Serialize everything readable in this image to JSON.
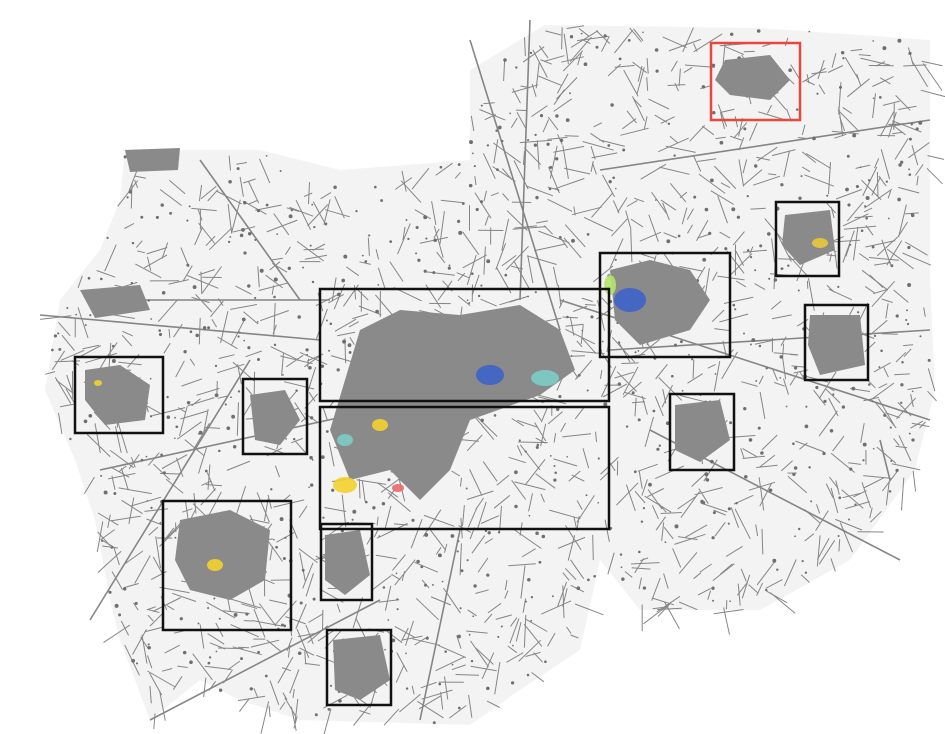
{
  "map": {
    "background": "#ffffff",
    "network_color": "#7a7a7a",
    "settlement_color": "#8a8a8a",
    "highlight_colors": [
      "#3a5fcd",
      "#f2d12e",
      "#7ad1c9",
      "#e86a6a",
      "#b5e36b",
      "#c9a0dc"
    ],
    "box_color": "#111111",
    "selected_box_color": "#e8473d"
  },
  "regions": [
    {
      "id": "region-1-selected",
      "selected": true
    },
    {
      "id": "region-2",
      "selected": false
    },
    {
      "id": "region-3",
      "selected": false
    },
    {
      "id": "region-4",
      "selected": false
    },
    {
      "id": "region-5",
      "selected": false
    },
    {
      "id": "region-6",
      "selected": false
    },
    {
      "id": "region-7",
      "selected": false
    },
    {
      "id": "region-8",
      "selected": false
    },
    {
      "id": "region-9",
      "selected": false
    },
    {
      "id": "region-10",
      "selected": false
    },
    {
      "id": "region-11",
      "selected": false
    },
    {
      "id": "region-12",
      "selected": false
    },
    {
      "id": "region-13",
      "selected": false
    }
  ]
}
